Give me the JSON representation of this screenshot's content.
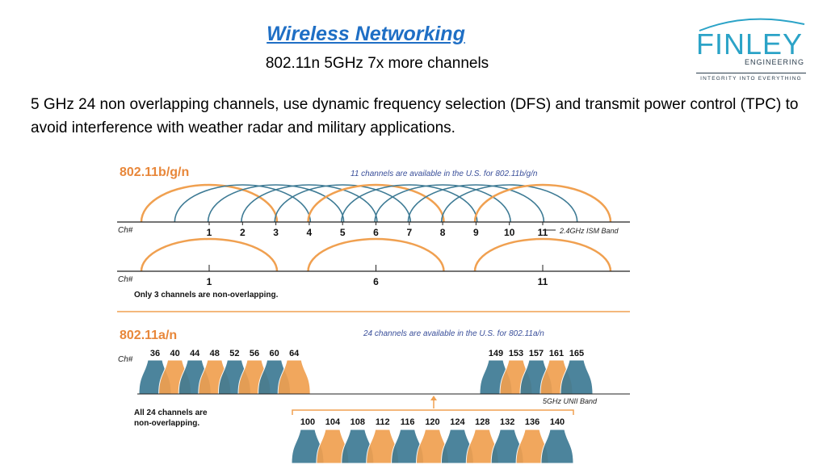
{
  "title": "Wireless Networking",
  "subtitle": "802.11n 5GHz 7x more channels",
  "body": "5 GHz 24 non overlapping channels, use dynamic frequency selection (DFS) and transmit power control (TPC) to avoid interference with weather radar and military applications.",
  "logo": {
    "word": "FINLEY",
    "sub": "ENGINEERING",
    "tagline": "INTEGRITY INTO EVERYTHING"
  },
  "diagram": {
    "bgn": {
      "heading": "802.11b/g/n",
      "note": "11 channels are available in the U.S. for 802.11b/g/n",
      "ch_label": "Ch#",
      "channels": [
        "1",
        "2",
        "3",
        "4",
        "5",
        "6",
        "7",
        "8",
        "9",
        "10",
        "11"
      ],
      "band": "2.4GHz ISM Band",
      "nonoverlap_channels": [
        "1",
        "6",
        "11"
      ],
      "nonoverlap_note": "Only 3 channels are non-overlapping."
    },
    "a": {
      "heading": "802.11a/n",
      "note": "24 channels are available in the U.S. for 802.11a/n",
      "ch_label": "Ch#",
      "low_channels": [
        "36",
        "40",
        "44",
        "48",
        "52",
        "56",
        "60",
        "64"
      ],
      "high_channels": [
        "149",
        "153",
        "157",
        "161",
        "165"
      ],
      "mid_channels": [
        "100",
        "104",
        "108",
        "112",
        "116",
        "120",
        "124",
        "128",
        "132",
        "136",
        "140"
      ],
      "band": "5GHz UNII Band",
      "nonoverlap_note_1": "All 24 channels are",
      "nonoverlap_note_2": "non-overlapping."
    },
    "colors": {
      "orange": "#f0a050",
      "blue": "#3d7a94",
      "heading": "#e8873a",
      "note": "#3a4f9a"
    }
  }
}
